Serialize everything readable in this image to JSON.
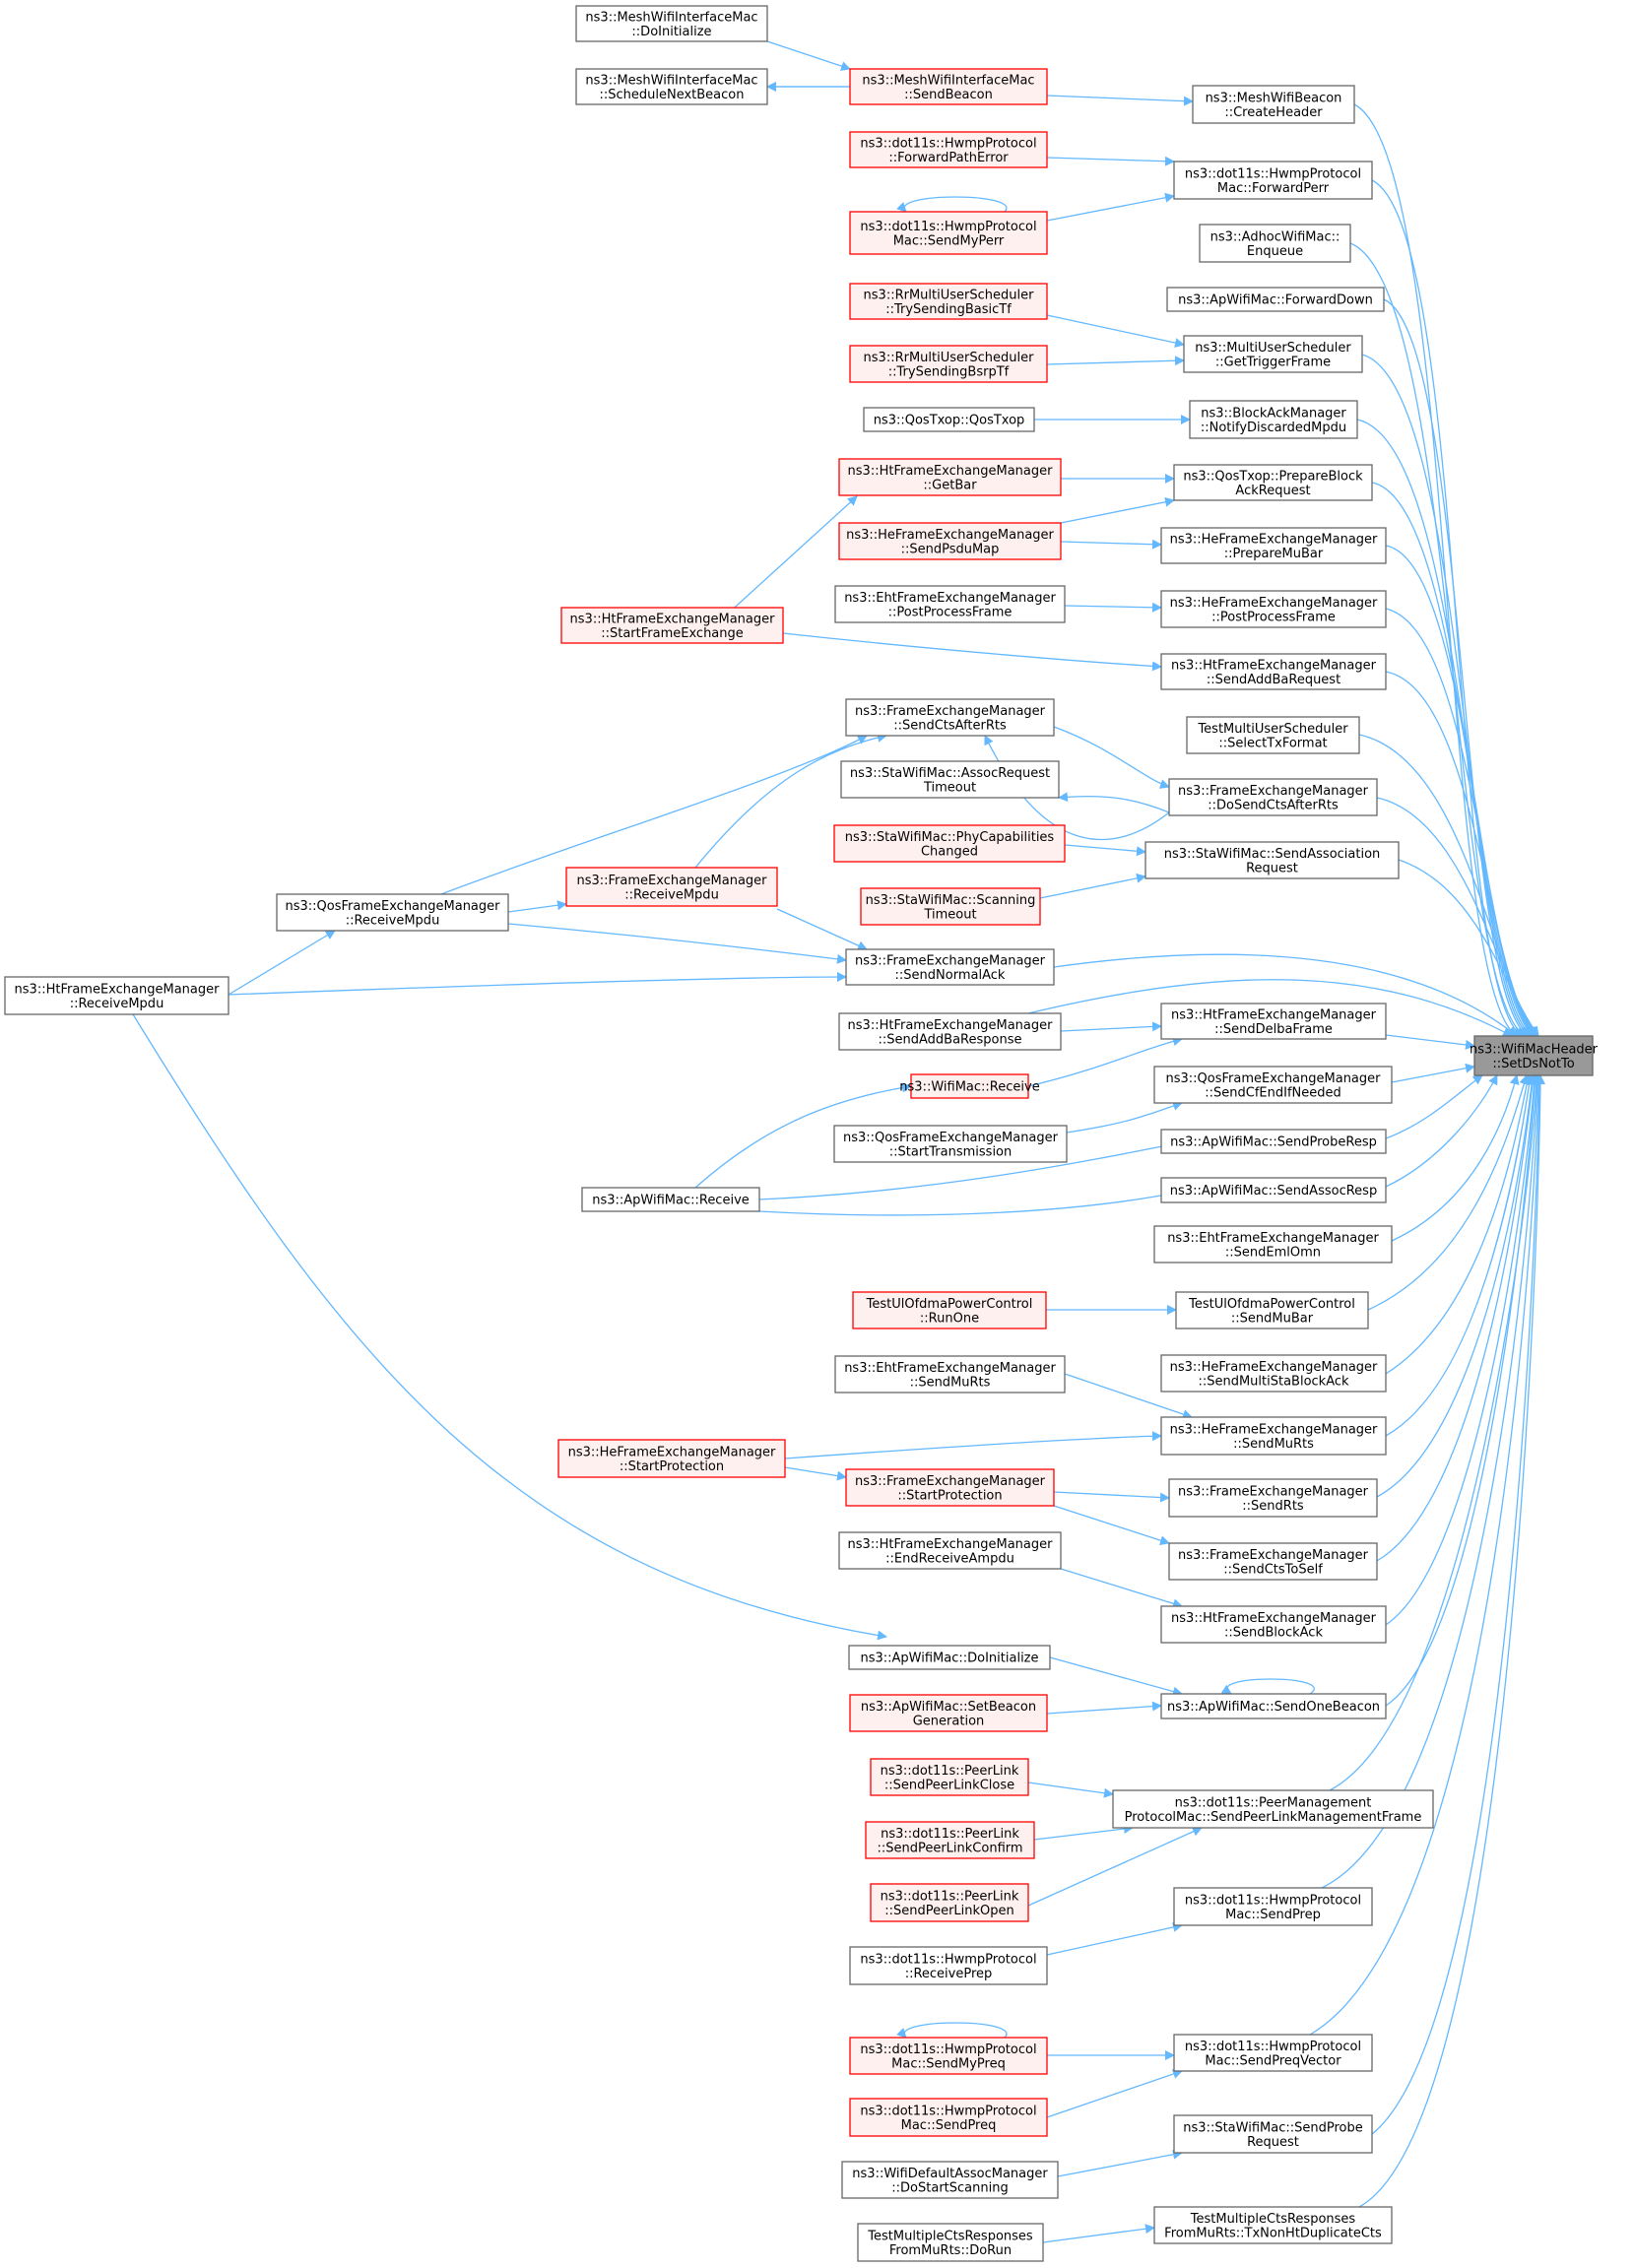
{
  "colors": {
    "edge": "#63b8ff",
    "border": "#666666",
    "red_border": "#ff0000",
    "red_fill": "#fff0f0",
    "root_fill": "#999999"
  },
  "nodes": {
    "root": {
      "lines": [
        "ns3::WifiMacHeader",
        "::SetDsNotTo"
      ]
    },
    "mesh_doinit": {
      "lines": [
        "ns3::MeshWifiInterfaceMac",
        "::DoInitialize"
      ]
    },
    "mesh_schednext": {
      "lines": [
        "ns3::MeshWifiInterfaceMac",
        "::ScheduleNextBeacon"
      ]
    },
    "mesh_sendbeacon": {
      "lines": [
        "ns3::MeshWifiInterfaceMac",
        "::SendBeacon"
      ]
    },
    "meshbeacon_createheader": {
      "lines": [
        "ns3::MeshWifiBeacon",
        "::CreateHeader"
      ]
    },
    "hwmp_fwdpatherror": {
      "lines": [
        "ns3::dot11s::HwmpProtocol",
        "::ForwardPathError"
      ]
    },
    "hwmpmac_fwdperr": {
      "lines": [
        "ns3::dot11s::HwmpProtocol",
        "Mac::ForwardPerr"
      ]
    },
    "hwmpmac_sendmyperr": {
      "lines": [
        "ns3::dot11s::HwmpProtocol",
        "Mac::SendMyPerr"
      ]
    },
    "adhoc_enqueue": {
      "lines": [
        "ns3::AdhocWifiMac::",
        "Enqueue"
      ]
    },
    "ap_forwarddown": {
      "lines": [
        "ns3::ApWifiMac::ForwardDown"
      ]
    },
    "rr_basictf": {
      "lines": [
        "ns3::RrMultiUserScheduler",
        "::TrySendingBasicTf"
      ]
    },
    "rr_bsrptf": {
      "lines": [
        "ns3::RrMultiUserScheduler",
        "::TrySendingBsrpTf"
      ]
    },
    "mus_gettrigger": {
      "lines": [
        "ns3::MultiUserScheduler",
        "::GetTriggerFrame"
      ]
    },
    "qostxop_qostxop": {
      "lines": [
        "ns3::QosTxop::QosTxop"
      ]
    },
    "bam_notifydiscarded": {
      "lines": [
        "ns3::BlockAckManager",
        "::NotifyDiscardedMpdu"
      ]
    },
    "htfem_getbar": {
      "lines": [
        "ns3::HtFrameExchangeManager",
        "::GetBar"
      ]
    },
    "qostxop_prepareblockack": {
      "lines": [
        "ns3::QosTxop::PrepareBlock",
        "AckRequest"
      ]
    },
    "hefem_sendpsdumap": {
      "lines": [
        "ns3::HeFrameExchangeManager",
        "::SendPsduMap"
      ]
    },
    "hefem_preparemubar": {
      "lines": [
        "ns3::HeFrameExchangeManager",
        "::PrepareMuBar"
      ]
    },
    "ehtfem_postprocess": {
      "lines": [
        "ns3::EhtFrameExchangeManager",
        "::PostProcessFrame"
      ]
    },
    "hefem_postprocess": {
      "lines": [
        "ns3::HeFrameExchangeManager",
        "::PostProcessFrame"
      ]
    },
    "htfem_startframeexchange": {
      "lines": [
        "ns3::HtFrameExchangeManager",
        "::StartFrameExchange"
      ]
    },
    "htfem_sendaddbarequest": {
      "lines": [
        "ns3::HtFrameExchangeManager",
        "::SendAddBaRequest"
      ]
    },
    "fem_sendctsafterrts": {
      "lines": [
        "ns3::FrameExchangeManager",
        "::SendCtsAfterRts"
      ]
    },
    "testmus_selecttx": {
      "lines": [
        "TestMultiUserScheduler",
        "::SelectTxFormat"
      ]
    },
    "sta_assocreqtimeout": {
      "lines": [
        "ns3::StaWifiMac::AssocRequest",
        "Timeout"
      ]
    },
    "fem_dosendcts": {
      "lines": [
        "ns3::FrameExchangeManager",
        "::DoSendCtsAfterRts"
      ]
    },
    "sta_phycap": {
      "lines": [
        "ns3::StaWifiMac::PhyCapabilities",
        "Changed"
      ]
    },
    "sta_sendassoc": {
      "lines": [
        "ns3::StaWifiMac::SendAssociation",
        "Request"
      ]
    },
    "sta_scanningtimeout": {
      "lines": [
        "ns3::StaWifiMac::Scanning",
        "Timeout"
      ]
    },
    "qosfem_receivempdu": {
      "lines": [
        "ns3::QosFrameExchangeManager",
        "::ReceiveMpdu"
      ]
    },
    "fem_receivempdu": {
      "lines": [
        "ns3::FrameExchangeManager",
        "::ReceiveMpdu"
      ]
    },
    "htfem_receivempdu": {
      "lines": [
        "ns3::HtFrameExchangeManager",
        "::ReceiveMpdu"
      ]
    },
    "fem_sendnormalack": {
      "lines": [
        "ns3::FrameExchangeManager",
        "::SendNormalAck"
      ]
    },
    "htfem_sendaddbaresponse": {
      "lines": [
        "ns3::HtFrameExchangeManager",
        "::SendAddBaResponse"
      ]
    },
    "htfem_senddelba": {
      "lines": [
        "ns3::HtFrameExchangeManager",
        "::SendDelbaFrame"
      ]
    },
    "wifimac_receive": {
      "lines": [
        "ns3::WifiMac::Receive"
      ]
    },
    "qosfem_sendcfend": {
      "lines": [
        "ns3::QosFrameExchangeManager",
        "::SendCfEndIfNeeded"
      ]
    },
    "qosfem_starttx": {
      "lines": [
        "ns3::QosFrameExchangeManager",
        "::StartTransmission"
      ]
    },
    "ap_sendproberesp": {
      "lines": [
        "ns3::ApWifiMac::SendProbeResp"
      ]
    },
    "ap_receive": {
      "lines": [
        "ns3::ApWifiMac::Receive"
      ]
    },
    "ap_sendassocresp": {
      "lines": [
        "ns3::ApWifiMac::SendAssocResp"
      ]
    },
    "ehtfem_sendemlomn": {
      "lines": [
        "ns3::EhtFrameExchangeManager",
        "::SendEmlOmn"
      ]
    },
    "testul_runone": {
      "lines": [
        "TestUlOfdmaPowerControl",
        "::RunOne"
      ]
    },
    "testul_sendmubar": {
      "lines": [
        "TestUlOfdmaPowerControl",
        "::SendMuBar"
      ]
    },
    "hefem_sendmultista": {
      "lines": [
        "ns3::HeFrameExchangeManager",
        "::SendMultiStaBlockAck"
      ]
    },
    "ehtfem_sendmurts": {
      "lines": [
        "ns3::EhtFrameExchangeManager",
        "::SendMuRts"
      ]
    },
    "hefem_sendmurts": {
      "lines": [
        "ns3::HeFrameExchangeManager",
        "::SendMuRts"
      ]
    },
    "hefem_startprotection": {
      "lines": [
        "ns3::HeFrameExchangeManager",
        "::StartProtection"
      ]
    },
    "fem_startprotection": {
      "lines": [
        "ns3::FrameExchangeManager",
        "::StartProtection"
      ]
    },
    "fem_sendrts": {
      "lines": [
        "ns3::FrameExchangeManager",
        "::SendRts"
      ]
    },
    "htfem_endreceiveampdu": {
      "lines": [
        "ns3::HtFrameExchangeManager",
        "::EndReceiveAmpdu"
      ]
    },
    "fem_sendctstoself": {
      "lines": [
        "ns3::FrameExchangeManager",
        "::SendCtsToSelf"
      ]
    },
    "htfem_sendblockack": {
      "lines": [
        "ns3::HtFrameExchangeManager",
        "::SendBlockAck"
      ]
    },
    "ap_doinit": {
      "lines": [
        "ns3::ApWifiMac::DoInitialize"
      ]
    },
    "ap_setbeacongen": {
      "lines": [
        "ns3::ApWifiMac::SetBeacon",
        "Generation"
      ]
    },
    "ap_sendonebeacon": {
      "lines": [
        "ns3::ApWifiMac::SendOneBeacon"
      ]
    },
    "peerlink_close": {
      "lines": [
        "ns3::dot11s::PeerLink",
        "::SendPeerLinkClose"
      ]
    },
    "pmp_sendmgmt": {
      "lines": [
        "ns3::dot11s::PeerManagement",
        "ProtocolMac::SendPeerLinkManagementFrame"
      ]
    },
    "peerlink_confirm": {
      "lines": [
        "ns3::dot11s::PeerLink",
        "::SendPeerLinkConfirm"
      ]
    },
    "peerlink_open": {
      "lines": [
        "ns3::dot11s::PeerLink",
        "::SendPeerLinkOpen"
      ]
    },
    "hwmpmac_sendprep": {
      "lines": [
        "ns3::dot11s::HwmpProtocol",
        "Mac::SendPrep"
      ]
    },
    "hwmp_receiveprep": {
      "lines": [
        "ns3::dot11s::HwmpProtocol",
        "::ReceivePrep"
      ]
    },
    "hwmpmac_sendmypreq": {
      "lines": [
        "ns3::dot11s::HwmpProtocol",
        "Mac::SendMyPreq"
      ]
    },
    "hwmpmac_sendpreqvector": {
      "lines": [
        "ns3::dot11s::HwmpProtocol",
        "Mac::SendPreqVector"
      ]
    },
    "hwmpmac_sendpreq": {
      "lines": [
        "ns3::dot11s::HwmpProtocol",
        "Mac::SendPreq"
      ]
    },
    "sta_sendprobereq": {
      "lines": [
        "ns3::StaWifiMac::SendProbe",
        "Request"
      ]
    },
    "wdam_dostartscanning": {
      "lines": [
        "ns3::WifiDefaultAssocManager",
        "::DoStartScanning"
      ]
    },
    "testcts_dorun": {
      "lines": [
        "TestMultipleCtsResponses",
        "FromMuRts::DoRun"
      ]
    },
    "testcts_txnonht": {
      "lines": [
        "TestMultipleCtsResponses",
        "FromMuRts::TxNonHtDuplicateCts"
      ]
    }
  }
}
